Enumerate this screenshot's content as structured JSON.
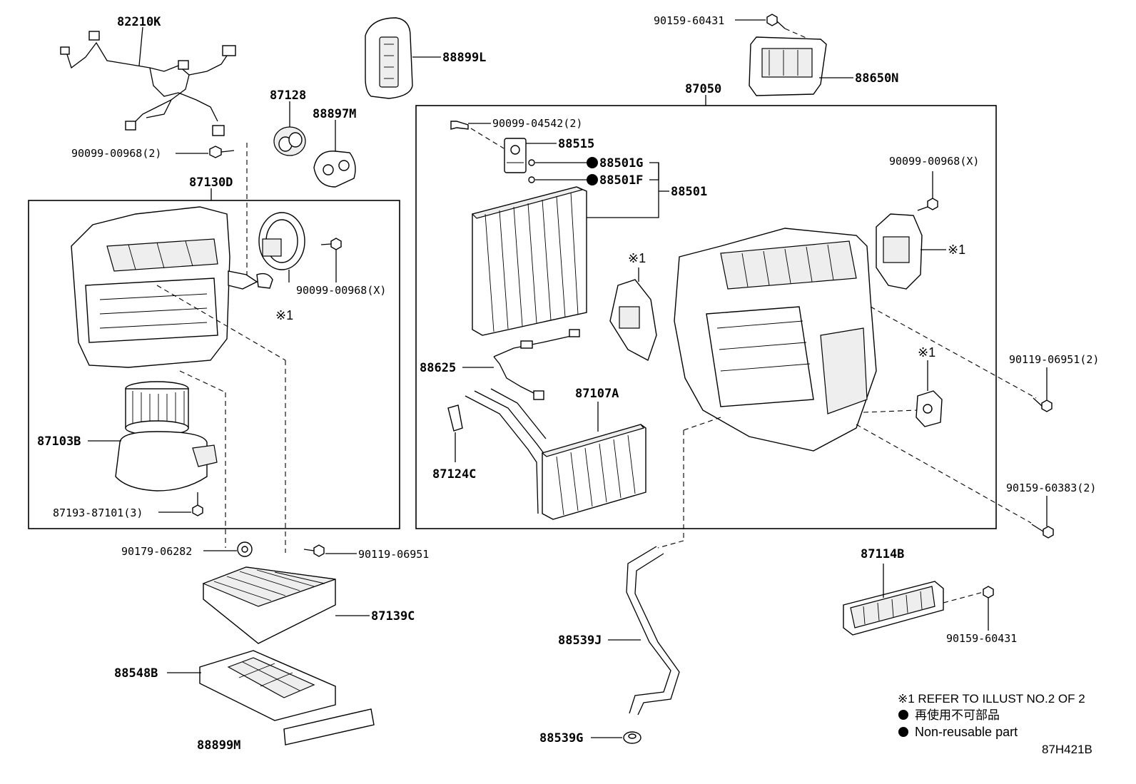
{
  "labels": {
    "p82210K": "82210K",
    "p90099_00968_2": "90099-00968(2)",
    "p87130D": "87130D",
    "p87128": "87128",
    "p88897M": "88897M",
    "p88899L": "88899L",
    "p90099_00968_X_left": "90099-00968(X)",
    "ref1_left": "※1",
    "p87103B": "87103B",
    "p87193_87101_3": "87193-87101(3)",
    "p90179_06282": "90179-06282",
    "p90119_06951": "90119-06951",
    "p87139C": "87139C",
    "p88548B": "88548B",
    "p88899M": "88899M",
    "p90159_60431_top": "90159-60431",
    "p88650N": "88650N",
    "p87050": "87050",
    "p90099_04542_2": "90099-04542(2)",
    "p88515": "88515",
    "p88501G": "88501G",
    "p88501F": "88501F",
    "p88501": "88501",
    "ref1_mid": "※1",
    "p90099_00968_X_right": "90099-00968(X)",
    "ref1_right_top": "※1",
    "p88625": "88625",
    "p87107A": "87107A",
    "ref1_right_bot": "※1",
    "p87124C": "87124C",
    "p90119_06951_2": "90119-06951(2)",
    "p90159_60383_2": "90159-60383(2)",
    "p87114B": "87114B",
    "p90159_60431_bot": "90159-60431",
    "p88539J": "88539J",
    "p88539G": "88539G"
  },
  "legend": {
    "refer": "※1 REFER TO ILLUST NO.2 OF 2",
    "jp": "再使用不可部品",
    "non_reusable": "Non-reusable part"
  },
  "code": "87H421B"
}
